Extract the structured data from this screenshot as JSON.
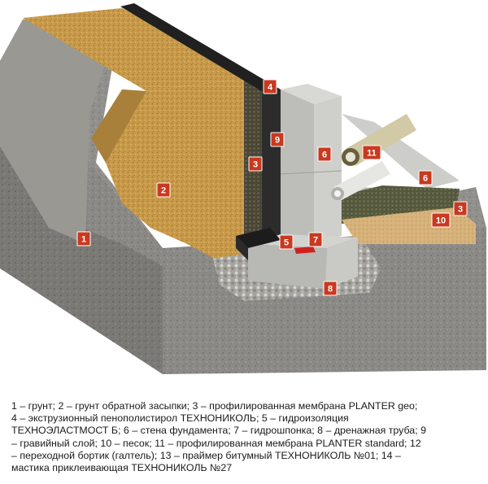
{
  "diagram": {
    "markers": [
      {
        "id": "m1",
        "label": "1"
      },
      {
        "id": "m2",
        "label": "2"
      },
      {
        "id": "m3a",
        "label": "3"
      },
      {
        "id": "m3b",
        "label": "3"
      },
      {
        "id": "m4",
        "label": "4"
      },
      {
        "id": "m5",
        "label": "5"
      },
      {
        "id": "m6a",
        "label": "6"
      },
      {
        "id": "m6b",
        "label": "6"
      },
      {
        "id": "m7",
        "label": "7"
      },
      {
        "id": "m8",
        "label": "8"
      },
      {
        "id": "m9",
        "label": "9"
      },
      {
        "id": "m10",
        "label": "10"
      },
      {
        "id": "m11",
        "label": "11"
      }
    ]
  },
  "caption": {
    "lines": [
      "1 – грунт; 2 – грунт обратной засыпки; 3 – профилированная мембрана PLANTER geo;",
      "4 – экструзионный пенополистирол ТЕХНОНИКОЛЬ; 5 – гидроизоляция",
      "ТЕХНОЭЛАСТМОСТ Б; 6 – стена фундамента; 7 – гидрошпонка; 8 – дренажная труба; 9",
      "– гравийный слой; 10 – песок; 11 – профилированная мембрана PLANTER standard; 12",
      "– переходной бортик (галтель); 13 – праймер битумный ТЕХНОНИКОЛЬ №01; 14 –",
      "мастика приклеивающая ТЕХНОНИКОЛЬ №27"
    ]
  },
  "colors": {
    "marker_fill": "#c9391f",
    "soil": "#8c8a86",
    "backfill": "#c89a4a",
    "concrete": "#c9c9c7",
    "membrane": "#3c3a2e",
    "xps": "#2a2a2a",
    "gravel": "#b9b7b2",
    "sand": "#d6b27a"
  }
}
